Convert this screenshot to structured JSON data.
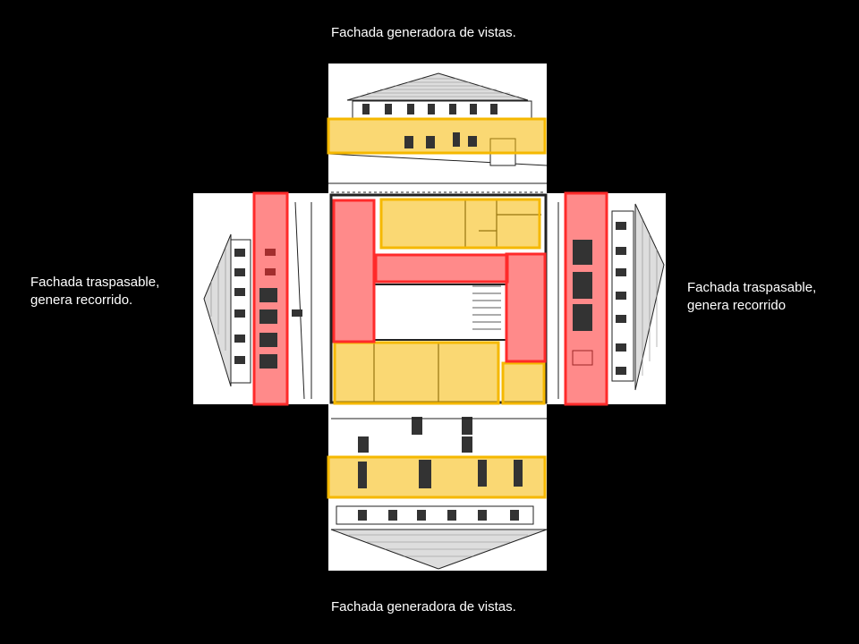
{
  "captions": {
    "top": "Fachada  generadora de vistas.",
    "bottom": "Fachada  generadora de vistas.",
    "left_line1": "Fachada traspasable,",
    "left_line2": "genera recorrido.",
    "right_line1": "Fachada traspasable,",
    "right_line2": "genera  recorrido"
  },
  "colors": {
    "background": "#000000",
    "highlight_yellow": "#f5b800",
    "highlight_red": "#ff2a2a",
    "drawing_ink": "#222222"
  }
}
